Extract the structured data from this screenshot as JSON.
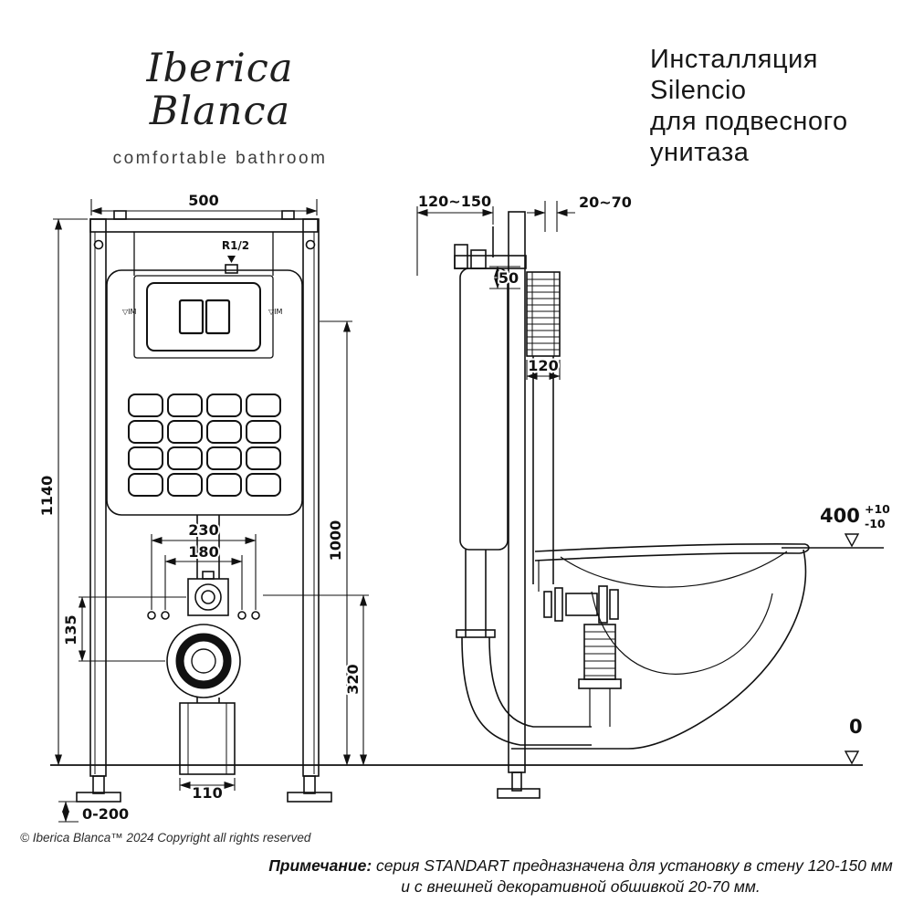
{
  "brand": {
    "logo": "Iberica Blanca",
    "tagline": "comfortable bathroom"
  },
  "title": {
    "lines": [
      "Инсталляция",
      "Silencio",
      "для подвесного",
      "унитаза"
    ]
  },
  "front_view": {
    "label_500": "500",
    "label_1140": "1140",
    "label_1000": "1000",
    "label_230": "230",
    "label_180": "180",
    "label_135": "135",
    "label_320": "320",
    "label_110": "110",
    "label_0_200": "0-200",
    "label_r12": "R1/2",
    "plate_mark_left": "▽IM",
    "plate_mark_right": "▽IM"
  },
  "side_view": {
    "label_wall_depth": "120~150",
    "label_panel": "20~70",
    "label_50": "50",
    "label_120": "120",
    "label_400": "400",
    "label_400_plus": "+10",
    "label_400_minus": "-10",
    "label_0": "0"
  },
  "footer": {
    "copyright": "© Iberica Blanca™ 2024 Copyright all rights reserved",
    "note_label": "Примечание:",
    "note_line1": " серия STANDART предназначена для установку в стену 120-150 мм",
    "note_line2": "и с внешней декоративной обшивкой 20-70 мм."
  },
  "colors": {
    "line": "#111111",
    "background": "#ffffff"
  }
}
